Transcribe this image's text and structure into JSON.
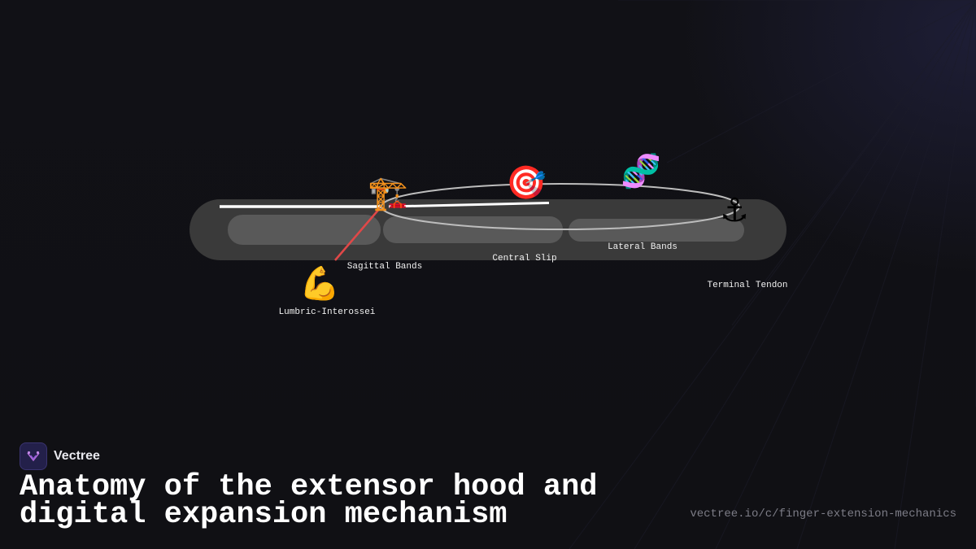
{
  "diagram": {
    "labels": {
      "sagittal": "Sagittal Bands",
      "central": "Central Slip",
      "lateral": "Lateral Bands",
      "terminal": "Terminal Tendon",
      "lumbric": "Lumbric-Interossei"
    },
    "icons": {
      "sagittal": "🏗️",
      "central": "🎯",
      "lateral": "🧬",
      "terminal": "⚓",
      "lumbric": "💪"
    },
    "icon_names": [
      "crane-icon",
      "target-icon",
      "dna-icon",
      "anchor-icon",
      "flexed-biceps-icon"
    ],
    "colors": {
      "finger_body": "#3a3a3a",
      "phalanx": "#5a5a5a",
      "tendon": "#ffffff",
      "lumbrical_line": "#e04848",
      "band_loop": "#b8b8b8"
    }
  },
  "footer": {
    "brand": "Vectree",
    "title": "Anatomy of the extensor hood and digital expansion mechanism",
    "url": "vectree.io/c/finger-extension-mechanics"
  }
}
